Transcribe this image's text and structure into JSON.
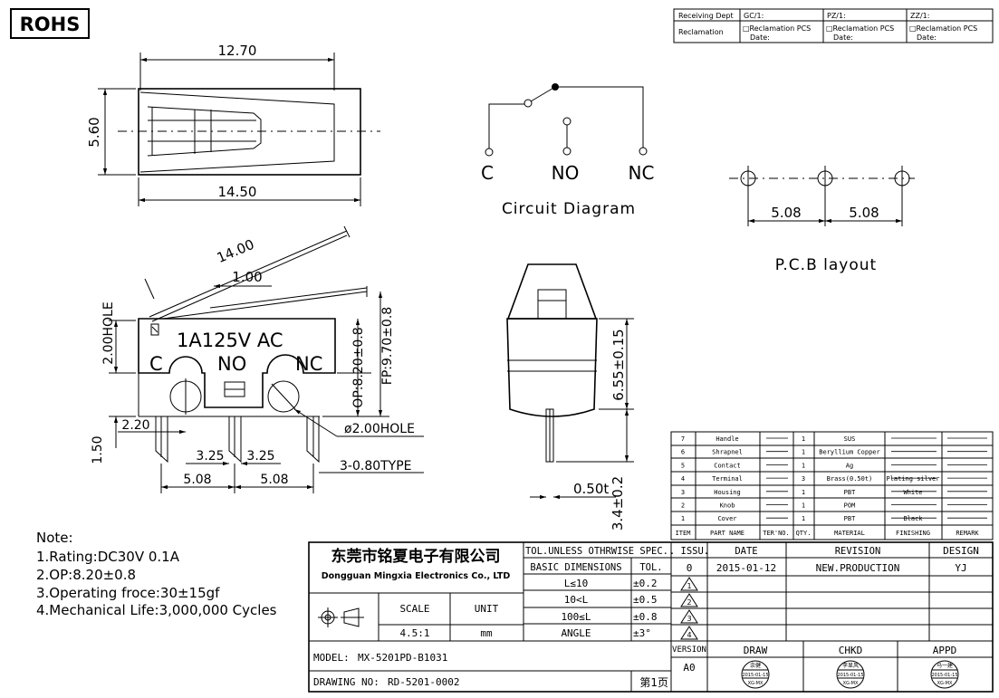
{
  "rohs": "ROHS",
  "approval_box": {
    "receiving_dept": "Receiving Dept",
    "reclamation": "Reclamation",
    "cols": [
      "GC/1:",
      "PZ/1:",
      "ZZ/1:"
    ],
    "cell_line1": "□Reclamation  PCS",
    "cell_line2": "Date:"
  },
  "top_view": {
    "width_inner": "12.70",
    "width_outer": "14.50",
    "height": "5.60"
  },
  "circuit": {
    "title": "Circuit Diagram",
    "labels": [
      "C",
      "NO",
      "NC"
    ]
  },
  "pcb": {
    "title": "P.C.B layout",
    "dims": [
      "5.08",
      "5.08"
    ]
  },
  "side_view": {
    "lever_length": "14.00",
    "dim_100": "1.00",
    "rating_text": "1A125V  AC",
    "terminals": [
      "C",
      "NO",
      "NC"
    ],
    "hole_2": "2.00HOLE",
    "op": "OP:8.20±0.8",
    "fp": "FP:9.70±0.8",
    "dim_220": "2.20",
    "dim_150": "1.50",
    "hole_dia": "ø2.00HOLE",
    "dim_325a": "3.25",
    "dim_325b": "3.25",
    "dim_508a": "5.08",
    "dim_508b": "5.08",
    "terminal_type": "3-0.80TYPE"
  },
  "end_view": {
    "height": "6.55±0.15",
    "pin_length": "3.4±0.2",
    "pin_width": "0.50t"
  },
  "notes": {
    "title": "Note:",
    "items": [
      "1.Rating:DC30V  0.1A",
      "2.OP:8.20±0.8",
      "3.Operating  froce:30±15gf",
      "4.Mechanical  Life:3,000,000  Cycles"
    ]
  },
  "bom": {
    "rows": [
      {
        "item": "7",
        "name": "Handle",
        "qty": "1",
        "material": "SUS",
        "finish": ""
      },
      {
        "item": "6",
        "name": "Shrapnel",
        "qty": "1",
        "material": "Beryllium Copper",
        "finish": ""
      },
      {
        "item": "5",
        "name": "Contact",
        "qty": "1",
        "material": "Ag",
        "finish": ""
      },
      {
        "item": "4",
        "name": "Terminal",
        "qty": "3",
        "material": "Brass(0.50t)",
        "finish": "Plating silver"
      },
      {
        "item": "3",
        "name": "Housing",
        "qty": "1",
        "material": "PBT",
        "finish": "White"
      },
      {
        "item": "2",
        "name": "Knob",
        "qty": "1",
        "material": "POM",
        "finish": ""
      },
      {
        "item": "1",
        "name": "Cover",
        "qty": "1",
        "material": "PBT",
        "finish": "Black"
      }
    ],
    "header": [
      "ITEM",
      "PART NAME",
      "TER'NO.",
      "QTY.",
      "MATERIAL",
      "FINISHING",
      "REMARK"
    ]
  },
  "title_block": {
    "company_cn": "东莞市铭夏电子有限公司",
    "company_en": "Dongguan Mingxia Electronics Co., LTD",
    "tol_header": "TOL.UNLESS OTHRWISE SPEC.",
    "basic_dim": "BASIC DIMENSIONS",
    "tol": "TOL.",
    "tol_rows": [
      {
        "range": "L≤10",
        "tol": "±0.2"
      },
      {
        "range": "10<L",
        "tol": "±0.5"
      },
      {
        "range": "100≤L",
        "tol": "±0.8"
      },
      {
        "range": "ANGLE",
        "tol": "±3°"
      }
    ],
    "scale_label": "SCALE",
    "unit_label": "UNIT",
    "scale": "4.5:1",
    "unit": "mm",
    "issu": ". ISSU.",
    "date": "DATE",
    "revision": "REVISION",
    "design": "DESIGN",
    "issue_no": "0",
    "issue_date": "2015-01-12",
    "issue_rev": "NEW.PRODUCTION",
    "issue_design": "YJ",
    "rev_marks": [
      "1",
      "2",
      "3",
      "4"
    ],
    "version_label": "VERSION",
    "version": "A0",
    "draw": "DRAW",
    "chkd": "CHKD",
    "appd": "APPD",
    "stamps": [
      {
        "name": "余健",
        "date": "2015-01-15",
        "code": "XG-MX"
      },
      {
        "name": "李显风",
        "date": "2015-01-15",
        "code": "XG-MX"
      },
      {
        "name": "马一建",
        "date": "2015-01-15",
        "code": "XG-MX"
      }
    ],
    "model_label": "MODEL:",
    "model": "MX-5201PD-B1031",
    "drawing_label": "DRAWING NO:",
    "drawing_no": "RD-5201-0002",
    "page": "第1页"
  }
}
